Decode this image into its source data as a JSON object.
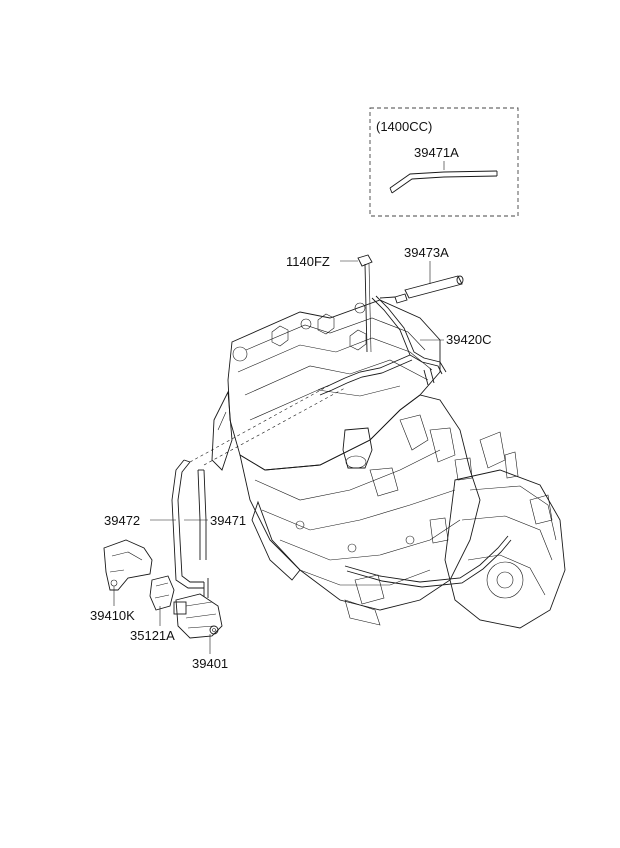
{
  "inset": {
    "variant_label": "(1400CC)",
    "part_label": "39471A"
  },
  "callouts": {
    "bolt": "1140FZ",
    "sensor_top": "39473A",
    "pipe": "39420C",
    "hose_left": "39472",
    "hose_right": "39471",
    "bracket": "39410K",
    "connector": "35121A",
    "actuator": "39401"
  }
}
